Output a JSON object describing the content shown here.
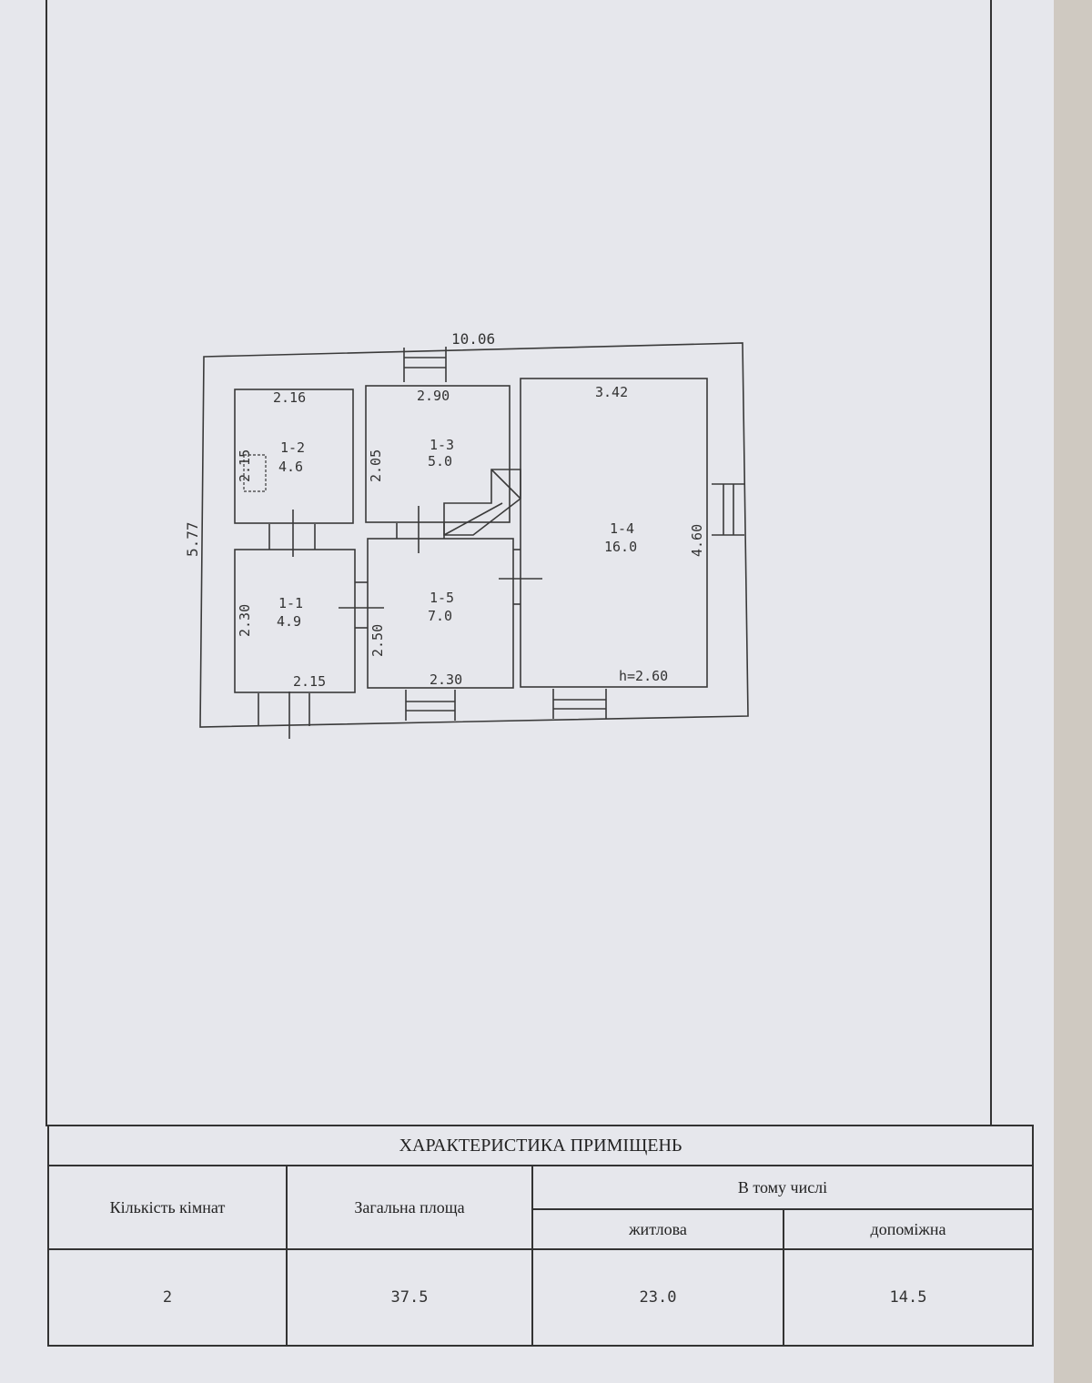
{
  "plan": {
    "overall_width": "10.06",
    "overall_depth": "5.77",
    "ceiling_height": "h=2.60",
    "rooms": [
      {
        "id": "1-1",
        "area": "4.9",
        "dim_w": "2.15",
        "dim_d": "2.30"
      },
      {
        "id": "1-2",
        "area": "4.6",
        "dim_w": "2.16",
        "dim_d": "2.15"
      },
      {
        "id": "1-3",
        "area": "5.0",
        "dim_w": "2.90",
        "dim_d": "2.05"
      },
      {
        "id": "1-4",
        "area": "16.0",
        "dim_w": "3.42",
        "dim_d": "4.60"
      },
      {
        "id": "1-5",
        "area": "7.0",
        "dim_w": "2.30",
        "dim_d": "2.50"
      }
    ]
  },
  "table": {
    "title": "ХАРАКТЕРИСТИКА ПРИМІЩЕНЬ",
    "col_rooms": "Кількість кімнат",
    "col_total": "Загальна площа",
    "col_incl": "В тому числі",
    "col_living": "житлова",
    "col_aux": "допоміжна",
    "val_rooms": "2",
    "val_total": "37.5",
    "val_living": "23.0",
    "val_aux": "14.5"
  }
}
